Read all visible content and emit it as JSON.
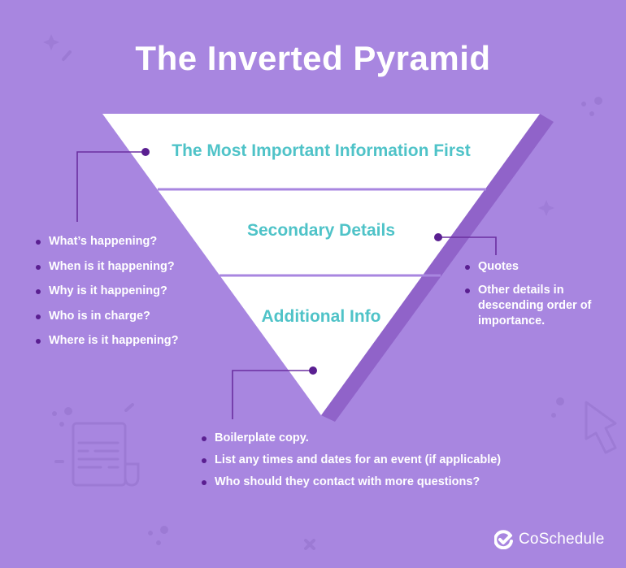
{
  "title": "The Inverted Pyramid",
  "colors": {
    "background": "#a886e0",
    "pyramid": "#ffffff",
    "pyramid_shadow": "#9063c9",
    "tier_text": "#4fc3c8",
    "connector": "#6b2fa0",
    "bullet_dot": "#5a1f91",
    "body_text": "#ffffff"
  },
  "pyramid": {
    "tiers": [
      {
        "label": "The Most Important Information First"
      },
      {
        "label": "Secondary Details"
      },
      {
        "label": "Additional Info"
      }
    ]
  },
  "lists": {
    "most_important": [
      "What’s happening?",
      "When is it happening?",
      "Why is it happening?",
      "Who is in charge?",
      "Where is it happening?"
    ],
    "secondary": [
      "Quotes",
      "Other details in descending order of importance."
    ],
    "additional": [
      "Boilerplate copy.",
      "List any times and dates for an event (if applicable)",
      "Who should they contact with more questions?"
    ]
  },
  "decorations": [
    "sparkle-icon",
    "document-icon",
    "cursor-arrow-icon",
    "dots-icon",
    "x-mark-icon"
  ],
  "logo": {
    "text": "CoSchedule",
    "icon": "coschedule-check-icon"
  }
}
